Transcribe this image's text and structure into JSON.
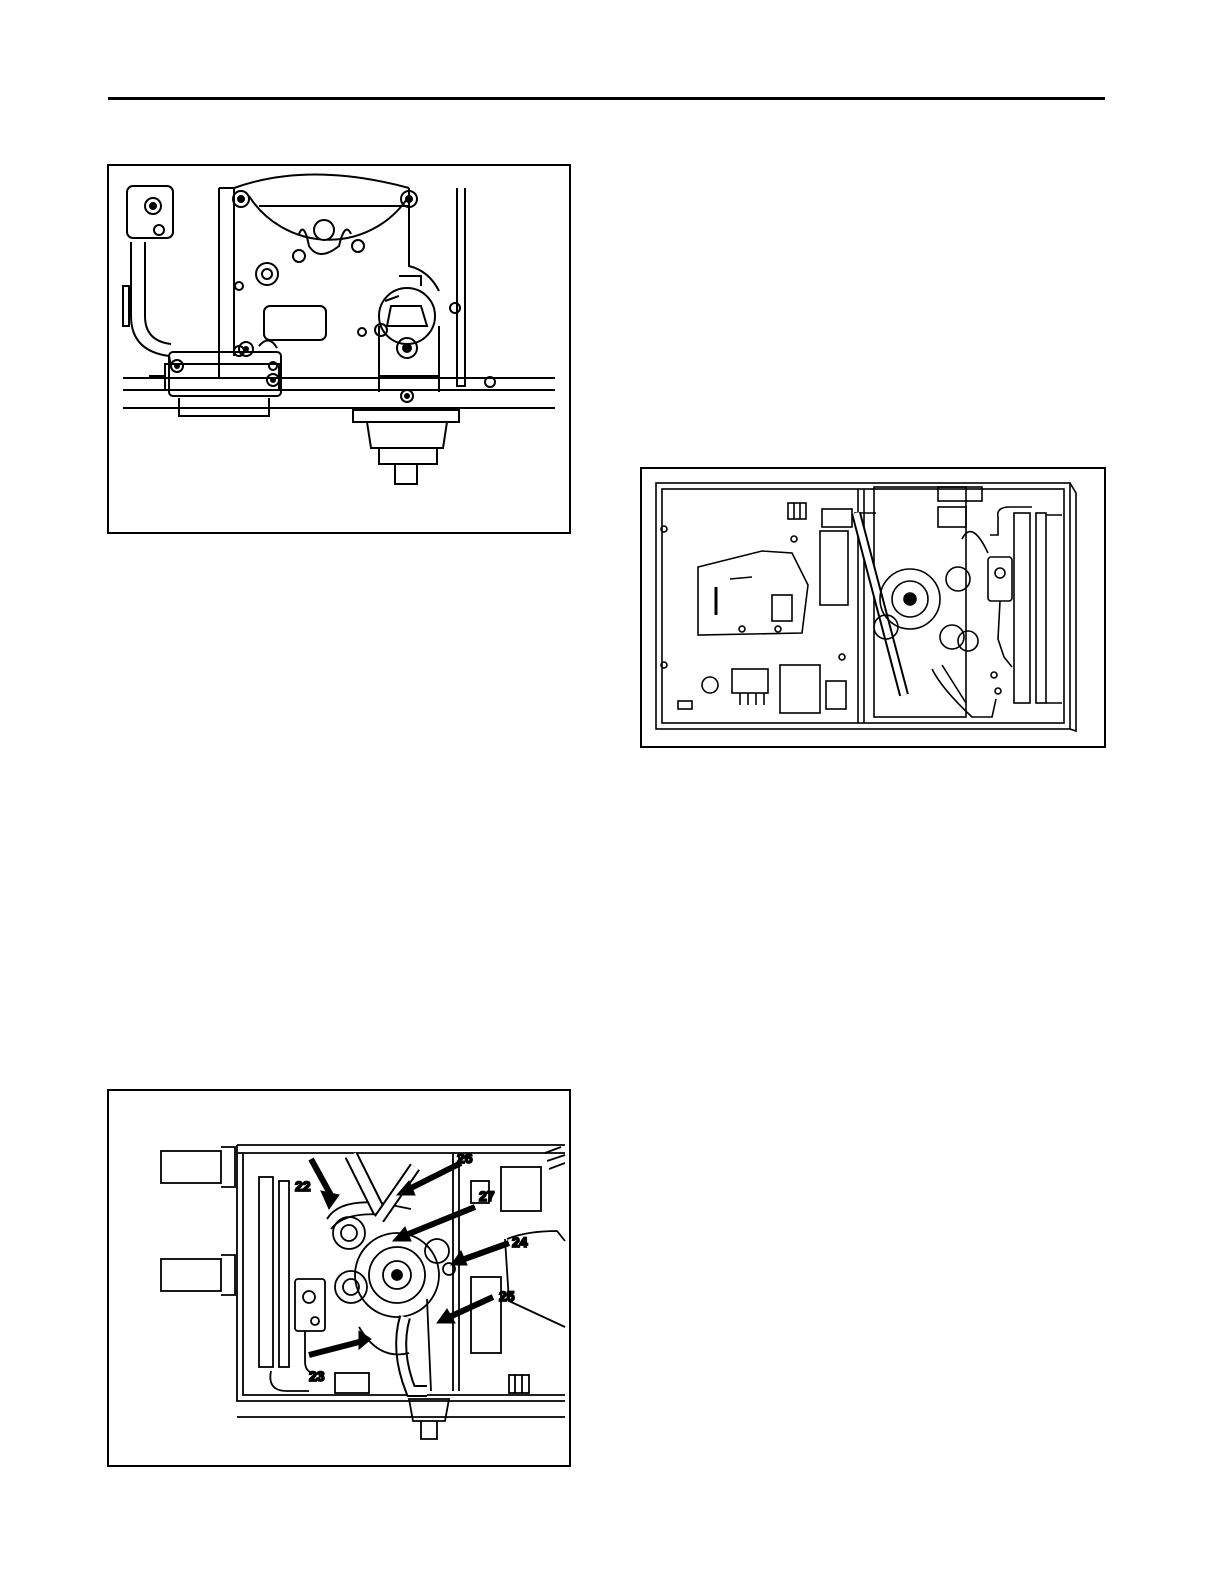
{
  "figures": [
    {
      "id": "fig-a",
      "subject": "inducer-mounting-detail",
      "labels": []
    },
    {
      "id": "fig-b",
      "subject": "unit-control-compartment-overview",
      "labels": []
    },
    {
      "id": "fig-c",
      "subject": "burner-compartment-callouts",
      "callouts": [
        "22",
        "23",
        "24",
        "25",
        "26",
        "27"
      ]
    }
  ]
}
